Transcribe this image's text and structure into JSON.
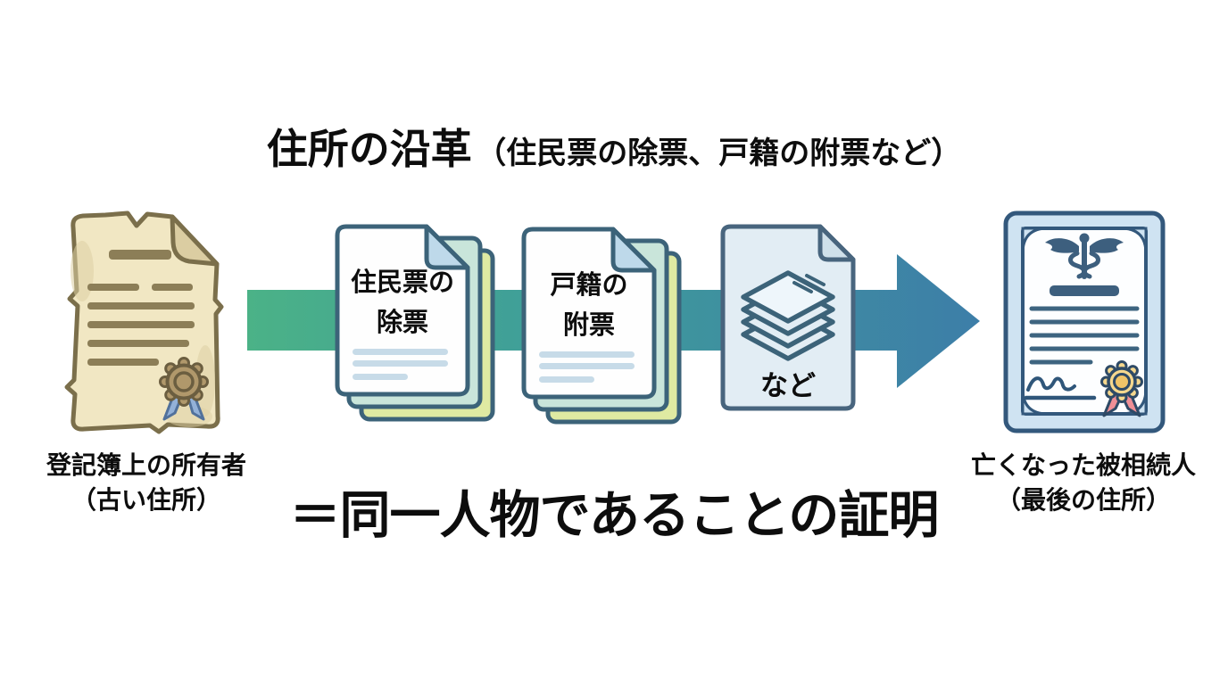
{
  "title": {
    "main": "住所の沿革",
    "sub": "（住民票の除票、戸籍の附票など）"
  },
  "left_item": {
    "icon": "parchment-deed-icon",
    "caption_line1": "登記簿上の所有者",
    "caption_line2": "（古い住所）"
  },
  "flow_documents": [
    {
      "icon": "document-stack-icon",
      "line1": "住民票の",
      "line2": "除票"
    },
    {
      "icon": "document-stack-icon",
      "line1": "戸籍の",
      "line2": "附票"
    },
    {
      "icon": "paper-pile-document-icon",
      "label": "など"
    }
  ],
  "right_item": {
    "icon": "certificate-icon",
    "caption_line1": "亡くなった被相続人",
    "caption_line2": "（最後の住所）"
  },
  "conclusion": "＝同一人物であることの証明",
  "colors": {
    "arrow_gradient_start": "#4bb287",
    "arrow_gradient_mid": "#3f9e99",
    "arrow_gradient_end": "#3d7ea8",
    "document_border": "#3c6379",
    "page_front": "#fefefe",
    "page_fold_blue": "#bed9ea",
    "page_back_mint": "#c9e5da",
    "page_back_lime": "#dfeaa2",
    "etc_page_fill": "#e2edf4",
    "parchment_fill": "#f1e7c3",
    "parchment_border": "#7b6f4b",
    "parchment_line": "#8c7e57",
    "seal_brown": "#b0986b",
    "seal_ribbon_blue": "#93b1d8",
    "certificate_frame": "#cfe3f2",
    "certificate_border": "#33587c",
    "certificate_emblem": "#3d5f7e",
    "rosette_gold": "#f6d88e",
    "rosette_ribbon_pink": "#ef8f96",
    "text": "#0d0d0d"
  }
}
